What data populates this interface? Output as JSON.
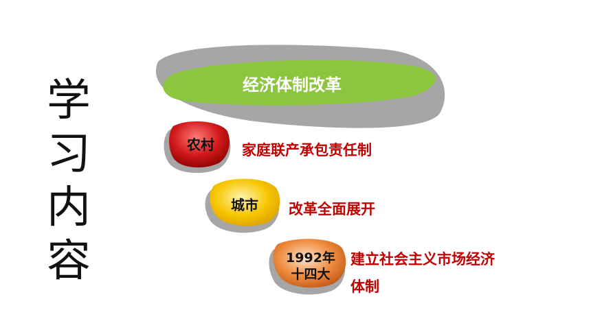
{
  "title_chars": [
    "学",
    "习",
    "内",
    "容"
  ],
  "banner": {
    "label": "经济体制改革"
  },
  "items": [
    {
      "badge": "农村",
      "text": "家庭联产承包责任制"
    },
    {
      "badge": "城市",
      "text": "改革全面展开"
    },
    {
      "badge_line1": "1992年",
      "badge_line2": "十四大",
      "text_line1": "建立社会主义市场经济",
      "text_line2": "体制"
    }
  ],
  "colors": {
    "banner_green": "#8cc63f",
    "shadow_gray": "#a6a6a6",
    "badge_red": "#d11a1a",
    "badge_yellow": "#f5c000",
    "badge_orange": "#e8782a",
    "text_red": "#c00000"
  }
}
